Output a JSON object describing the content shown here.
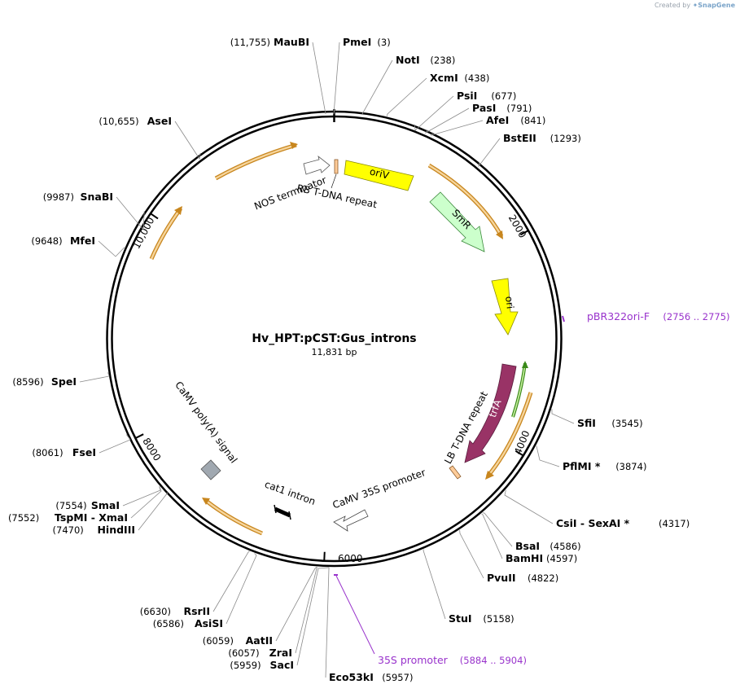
{
  "credit": {
    "prefix": "Created by",
    "brand": "SnapGene"
  },
  "plasmid": {
    "name": "Hv_HPT:pCST:Gus_introns",
    "length_label": "11,831 bp",
    "length": 11831
  },
  "ticks": [
    {
      "pos": 0,
      "label": ""
    },
    {
      "pos": 2000,
      "label": "2000"
    },
    {
      "pos": 4000,
      "label": "4000"
    },
    {
      "pos": 6000,
      "label": "6000"
    },
    {
      "pos": 8000,
      "label": "8000"
    },
    {
      "pos": 10000,
      "label": "10,000"
    }
  ],
  "sites": [
    {
      "name": "PmeI",
      "pos_label": "(3)",
      "pos": 3
    },
    {
      "name": "NotI",
      "pos_label": "(238)",
      "pos": 238
    },
    {
      "name": "XcmI",
      "pos_label": "(438)",
      "pos": 438
    },
    {
      "name": "PsiI",
      "pos_label": "(677)",
      "pos": 677
    },
    {
      "name": "PasI",
      "pos_label": "(791)",
      "pos": 791
    },
    {
      "name": "AfeI",
      "pos_label": "(841)",
      "pos": 841
    },
    {
      "name": "BstEII",
      "pos_label": "(1293)",
      "pos": 1293
    },
    {
      "name": "SfiI",
      "pos_label": "(3545)",
      "pos": 3545
    },
    {
      "name": "PflMI *",
      "pos_label": "(3874)",
      "pos": 3874
    },
    {
      "name": "CsiI  - SexAI *",
      "pos_label": "(4317)",
      "pos": 4317
    },
    {
      "name": "BsaI",
      "pos_label": "(4586)",
      "pos": 4586
    },
    {
      "name": "BamHI",
      "pos_label": "(4597)",
      "pos": 4597
    },
    {
      "name": "PvuII",
      "pos_label": "(4822)",
      "pos": 4822
    },
    {
      "name": "StuI",
      "pos_label": "(5158)",
      "pos": 5158
    },
    {
      "name": "Eco53kI",
      "pos_label": "(5957)",
      "pos": 5957
    },
    {
      "name": "SacI",
      "pos_label": "(5959)",
      "pos": 5959
    },
    {
      "name": "ZraI",
      "pos_label": "(6057)",
      "pos": 6057
    },
    {
      "name": "AatII",
      "pos_label": "(6059)",
      "pos": 6059
    },
    {
      "name": "AsiSI",
      "pos_label": "(6586)",
      "pos": 6586
    },
    {
      "name": "RsrII",
      "pos_label": "(6630)",
      "pos": 6630
    },
    {
      "name": "HindIII",
      "pos_label": "(7470)",
      "pos": 7470
    },
    {
      "name": "TspMI  - XmaI",
      "pos_label": "(7552)",
      "pos": 7552
    },
    {
      "name": "SmaI",
      "pos_label": "(7554)",
      "pos": 7554
    },
    {
      "name": "FseI",
      "pos_label": "(8061)",
      "pos": 8061
    },
    {
      "name": "SpeI",
      "pos_label": "(8596)",
      "pos": 8596
    },
    {
      "name": "MfeI",
      "pos_label": "(9648)",
      "pos": 9648
    },
    {
      "name": "SnaBI",
      "pos_label": "(9987)",
      "pos": 9987
    },
    {
      "name": "AseI",
      "pos_label": "(10,655)",
      "pos": 10655
    },
    {
      "name": "MauBI",
      "pos_label": "(11,755)",
      "pos": 11755
    }
  ],
  "primers": [
    {
      "name": "pBR322ori-F",
      "range_label": "(2756 .. 2775)",
      "pos": 2765
    },
    {
      "name": "35S promoter",
      "range_label": "(5884 .. 5904)",
      "pos": 5894
    }
  ],
  "features": [
    {
      "name": "oriV",
      "color": "#ffff00"
    },
    {
      "name": "SmR",
      "color": "#ccffcc"
    },
    {
      "name": "ori",
      "color": "#ffff00"
    },
    {
      "name": "trfA",
      "color": "#993366"
    },
    {
      "name": "LB T-DNA repeat",
      "color": "#ffcc99"
    },
    {
      "name": "CaMV 35S promoter",
      "color": "#ffffff"
    },
    {
      "name": "cat1 intron",
      "color": "#000000"
    },
    {
      "name": "CaMV poly(A) signal",
      "color": "#a0a8b0"
    },
    {
      "name": "NOS terminator",
      "color": "#ffffff"
    },
    {
      "name": "RB T-DNA repeat",
      "color": "#ffcc99"
    }
  ],
  "colors": {
    "orf_fill": "#f2c988",
    "orf_stroke": "#b57a1a",
    "primer": "#9933cc",
    "backbone": "#000000"
  }
}
